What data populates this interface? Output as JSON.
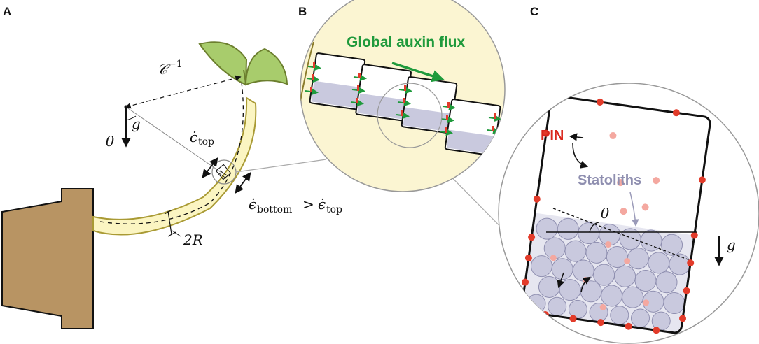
{
  "panels": {
    "a": "A",
    "b": "B",
    "c": "C"
  },
  "panel_a": {
    "curvature_label": "𝒞",
    "curvature_exp": "−1",
    "gravity_label": "g",
    "angle_label": "θ",
    "strain_top": "ϵ̇",
    "strain_top_sub": "top",
    "strain_bottom": "ϵ̇",
    "strain_bottom_sub": "bottom",
    "comparison": ">",
    "strain_cmp": "ϵ̇",
    "strain_cmp_sub": "top",
    "radius_label": "2R"
  },
  "panel_b": {
    "flux_label": "Global auxin flux"
  },
  "panel_c": {
    "pin_label": "PIN",
    "statoliths_label": "Statoliths",
    "angle_label": "θ",
    "gravity_label": "g"
  },
  "colors": {
    "pot": "#b89463",
    "stem": "#fbf5c2",
    "stem_edge": "#a99a34",
    "leaf": "#a8cc6c",
    "leaf_edge": "#6c7f2e",
    "zoom_bg": "#fbf5d2",
    "statolith": "#c9c9de",
    "pin": "#e23b2a",
    "auxin": "#2d9a3c"
  }
}
